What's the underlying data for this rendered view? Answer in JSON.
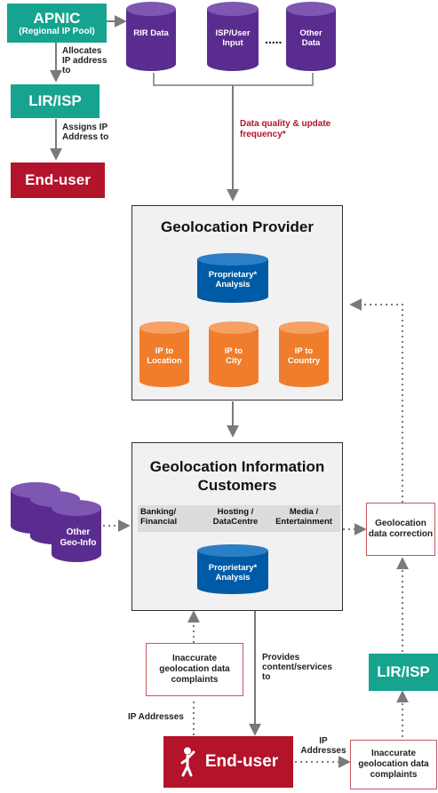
{
  "apnic": {
    "title": "APNIC",
    "subtitle": "(Regional IP Pool)"
  },
  "allocates": "Allocates IP address to",
  "lir_top": "LIR/ISP",
  "assigns": "Assigns IP Address to",
  "enduser_top": "End-user",
  "sources": {
    "rir": "RIR Data",
    "isp": "ISP/User Input",
    "other": "Other Data",
    "dots": "....."
  },
  "data_quality": "Data quality & update frequency*",
  "provider": {
    "title": "Geolocation Provider",
    "analysis": "Proprietary* Analysis",
    "outputs": [
      "IP to Location",
      "IP to City",
      "IP to Country"
    ]
  },
  "customers": {
    "title": "Geolocation Information Customers",
    "sectors": [
      "Banking/ Financial",
      "Hosting / DataCentre",
      "Media / Entertainment"
    ],
    "analysis": "Proprietary* Analysis"
  },
  "other_geo": "Other Geo-Info",
  "correction": "Geolocation data correction",
  "complaints_left": "Inaccurate geolocation data complaints",
  "ip_left": "IP Addresses",
  "provides": "Provides content/services to",
  "enduser_bottom": "End-user",
  "ip_bottom": "IP Addresses",
  "complaints_bottom": "Inaccurate geolocation data complaints",
  "lir_right": "LIR/ISP",
  "colors": {
    "teal": "#16a390",
    "red": "#b3132b",
    "purple": "#5a2c8f",
    "blue": "#005ba6",
    "orange": "#f07d2c",
    "arrow": "#7a7a7a"
  }
}
